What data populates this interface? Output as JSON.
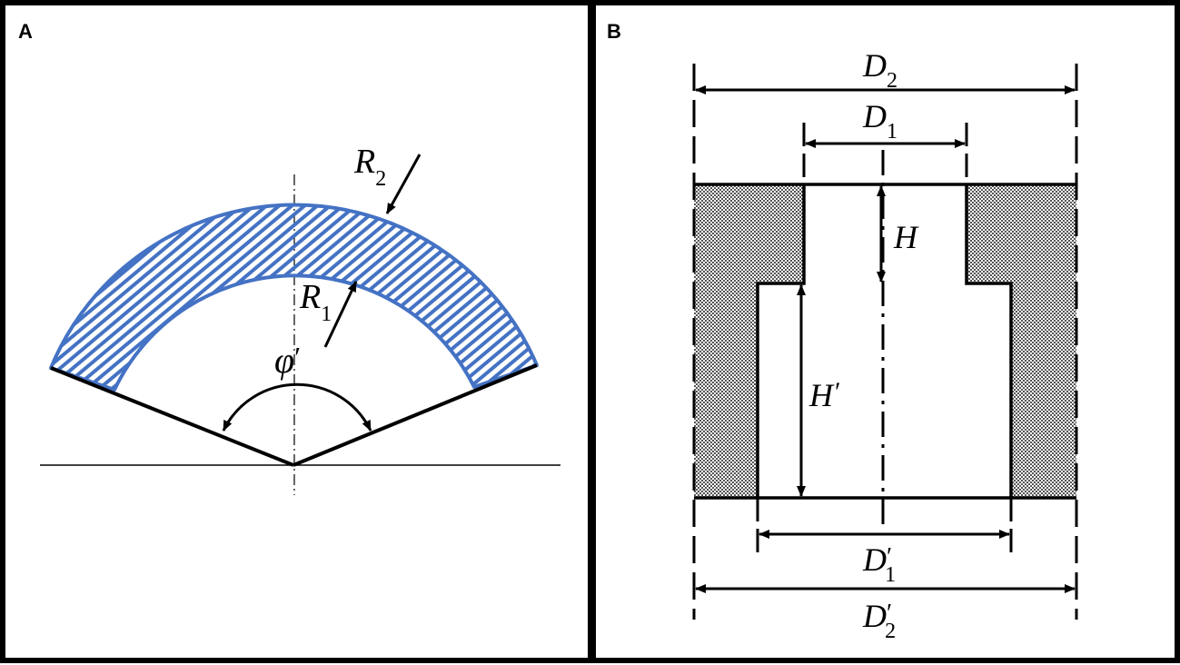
{
  "panels": [
    {
      "letter": "A",
      "labels": {
        "outer_radius": {
          "main": "R",
          "sub": "2"
        },
        "inner_radius": {
          "main": "R",
          "sub": "1"
        },
        "angle": {
          "main": "φ",
          "prime": "′"
        }
      }
    },
    {
      "letter": "B",
      "labels": {
        "top_outer": {
          "main": "D",
          "sub": "2"
        },
        "top_inner": {
          "main": "D",
          "sub": "1"
        },
        "neck_height": {
          "main": "H"
        },
        "cavity_height": {
          "main": "H",
          "prime": "′"
        },
        "bottom_inner": {
          "main": "D",
          "prime": "′",
          "sub": "1"
        },
        "bottom_outer": {
          "main": "D",
          "prime": "′",
          "sub": "2"
        }
      }
    }
  ],
  "colors": {
    "ring": "#4472c4",
    "ink": "#000000",
    "shading": "#a8a8a8"
  }
}
